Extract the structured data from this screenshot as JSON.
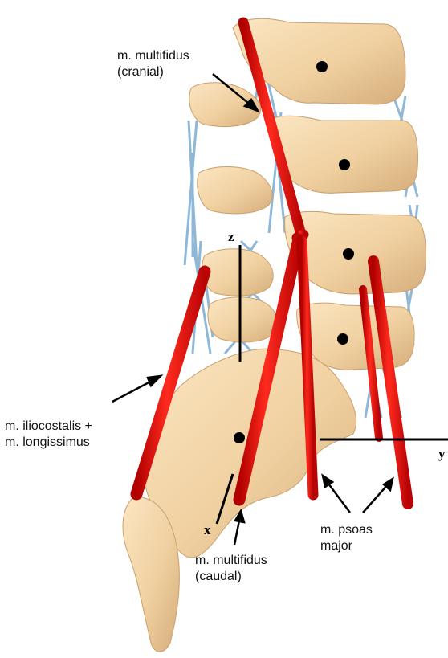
{
  "labels": {
    "multifidus_cranial": [
      "m. multifidus",
      "(cranial)"
    ],
    "iliocostalis": [
      "m. iliocostalis +",
      "m. longissimus"
    ],
    "multifidus_caudal": [
      "m. multifidus",
      "(caudal)"
    ],
    "psoas": [
      "m. psoas",
      "major"
    ]
  },
  "axes": {
    "x": "x",
    "y": "y",
    "z": "z"
  },
  "colors": {
    "bone": "#f2d6a8",
    "bone_shadow": "#c9a06c",
    "muscle": "#e30d0d",
    "ligament": "#8fb8d8",
    "ink": "#000000"
  }
}
